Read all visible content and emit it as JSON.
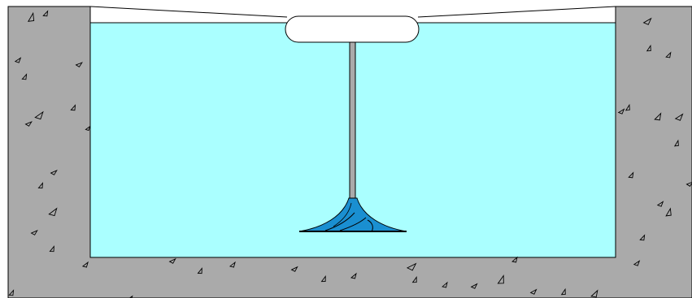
{
  "colors": {
    "concrete": "#aaaaaa",
    "water": "#aaffff",
    "impeller": "#1a8fd1",
    "outline": "#000000",
    "float": "#ffffff",
    "background": "#ffffff"
  },
  "elements": {
    "basin": "concrete-basin",
    "water": "water-body",
    "float": "aerator-float",
    "shaft": "drive-shaft",
    "impeller": "mixing-impeller"
  }
}
